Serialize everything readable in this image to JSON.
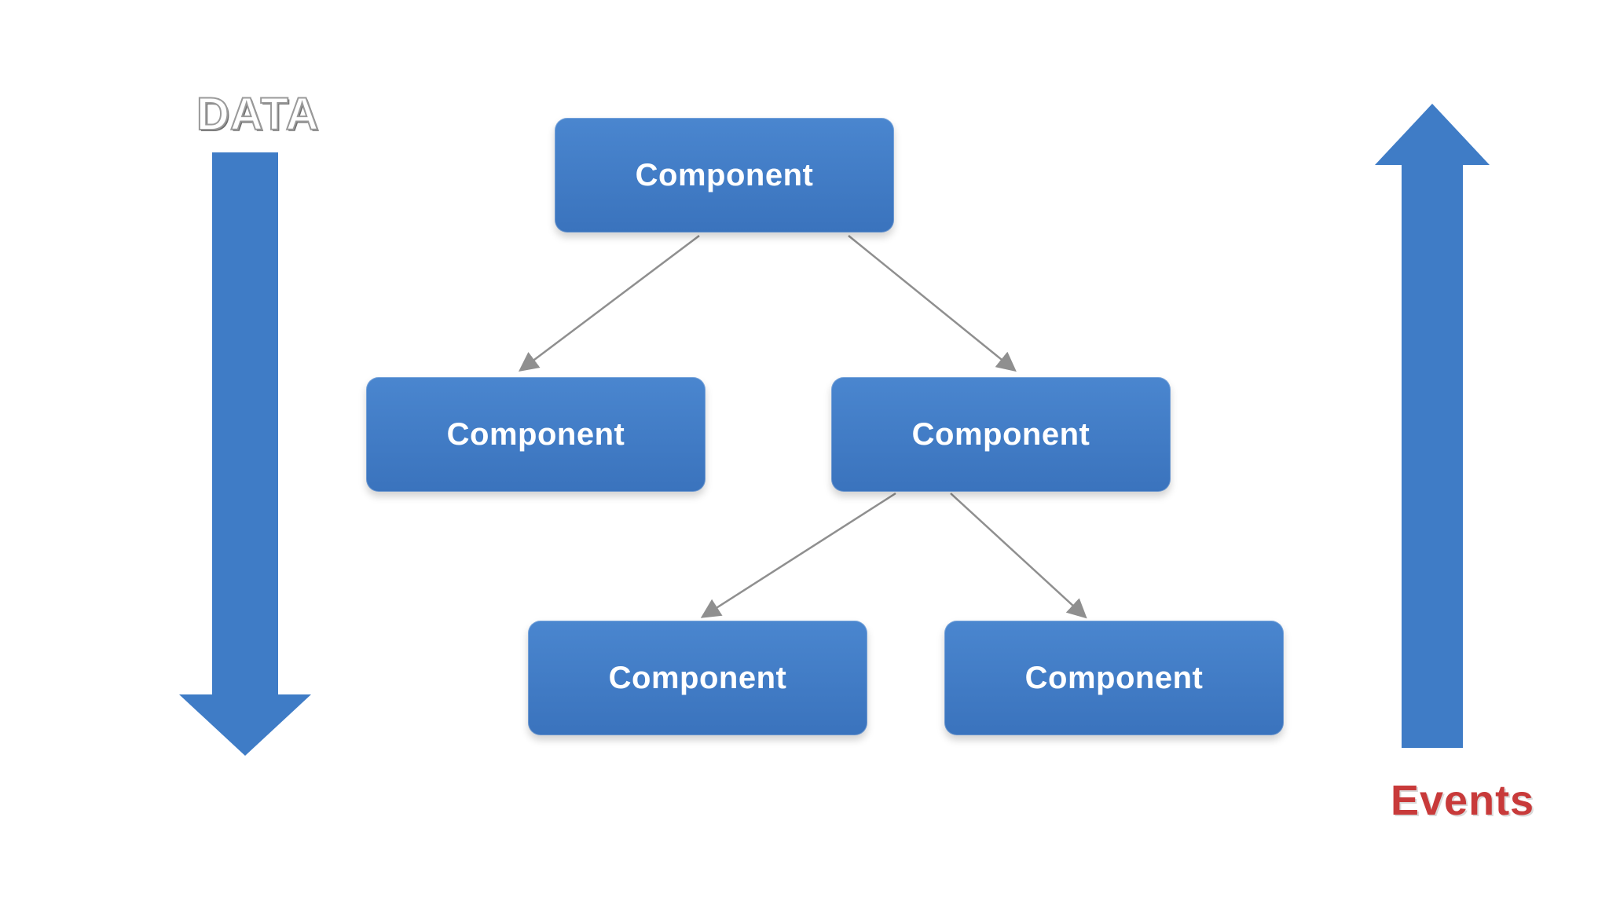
{
  "labels": {
    "data": "DATA",
    "events": "Events"
  },
  "components": [
    {
      "id": "root",
      "label": "Component"
    },
    {
      "id": "left-child",
      "label": "Component"
    },
    {
      "id": "right-child",
      "label": "Component"
    },
    {
      "id": "grandchild-left",
      "label": "Component"
    },
    {
      "id": "grandchild-right",
      "label": "Component"
    }
  ],
  "edges": [
    {
      "from": "root",
      "to": "left-child"
    },
    {
      "from": "root",
      "to": "right-child"
    },
    {
      "from": "right-child",
      "to": "grandchild-left"
    },
    {
      "from": "right-child",
      "to": "grandchild-right"
    }
  ],
  "colors": {
    "box_blue": "#3f7cc6",
    "arrow_blue": "#3f7cc6",
    "connector": "#8f8f8f",
    "events_red": "#c83a3a",
    "data_grey": "#8a8a8a"
  }
}
